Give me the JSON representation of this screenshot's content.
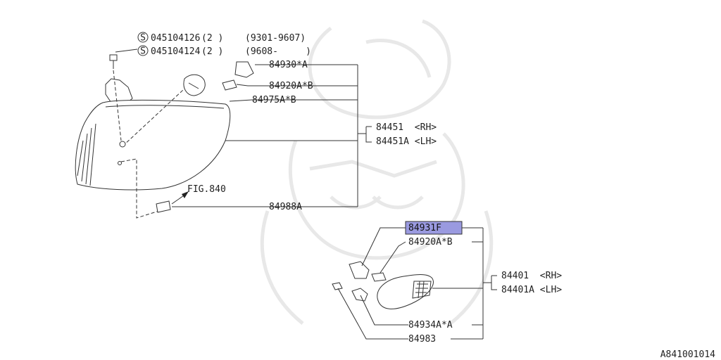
{
  "drawing_code": "A841001014",
  "fig_ref": "FIG.840",
  "screws": [
    {
      "symbol": "S",
      "part": "045104126",
      "qty": "(2 )",
      "range": "(9301-9607)"
    },
    {
      "symbol": "S",
      "part": "045104124",
      "qty": "(2 )",
      "range": "(9608-     )"
    }
  ],
  "headlamp_parts": {
    "bulb_socket": "84930*A",
    "bulb": "84920A*B",
    "lens_trim": "84975A*B",
    "adjuster": "84988A"
  },
  "headlamp_assembly": {
    "rh": "84451  <RH>",
    "lh": "84451A <LH>"
  },
  "side_lamp_parts": {
    "socket_highlighted": "84931F",
    "bulb": "84920A*B",
    "clip": "84934A*A",
    "screw": "84983"
  },
  "side_lamp_assembly": {
    "rh": "84401  <RH>",
    "lh": "84401A <LH>"
  },
  "highlight_color": "#9a9ae0"
}
